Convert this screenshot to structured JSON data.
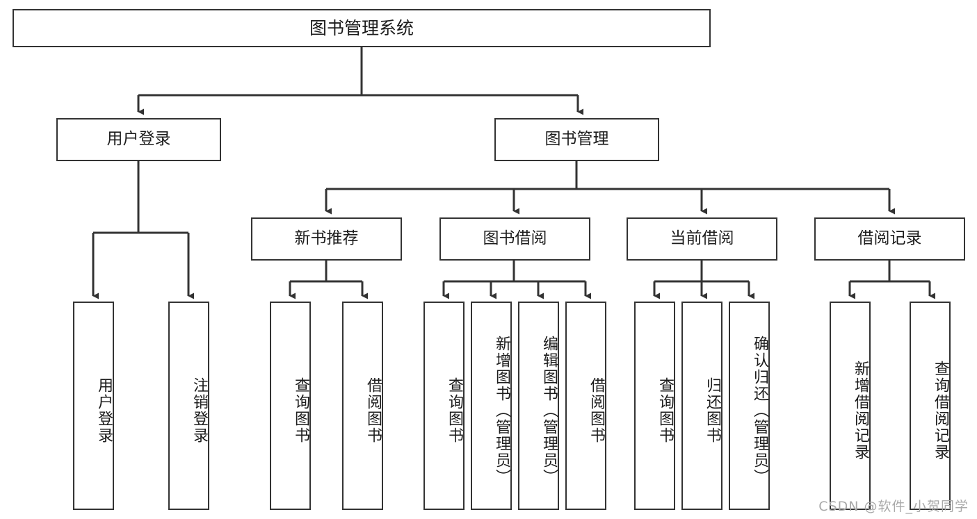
{
  "diagram": {
    "title": "图书管理系统",
    "watermark": "CSDN @软件_小贺同学",
    "line_color": "#333333",
    "box_border_color": "#333333",
    "background": "#ffffff",
    "text_color": "#1c1c1c"
  },
  "nodes": {
    "root": {
      "label": "图书管理系统"
    },
    "level2": [
      {
        "label": "用户登录"
      },
      {
        "label": "图书管理"
      }
    ],
    "level3": [
      {
        "label": "新书推荐"
      },
      {
        "label": "图书借阅"
      },
      {
        "label": "当前借阅"
      },
      {
        "label": "借阅记录"
      }
    ],
    "leaves": {
      "user_login": [
        {
          "label": "用户登录"
        },
        {
          "label": "注销登录"
        }
      ],
      "new_book_recommend": [
        {
          "label": "查询图书"
        },
        {
          "label": "借阅图书"
        }
      ],
      "book_borrow": [
        {
          "label": "查询图书"
        },
        {
          "label": "新增图书（管理员）"
        },
        {
          "label": "编辑图书（管理员）"
        },
        {
          "label": "借阅图书"
        }
      ],
      "current_borrow": [
        {
          "label": "查询图书"
        },
        {
          "label": "归还图书"
        },
        {
          "label": "确认归还（管理员）"
        }
      ],
      "borrow_record": [
        {
          "label": "新增借阅记录"
        },
        {
          "label": "查询借阅记录"
        }
      ]
    }
  }
}
